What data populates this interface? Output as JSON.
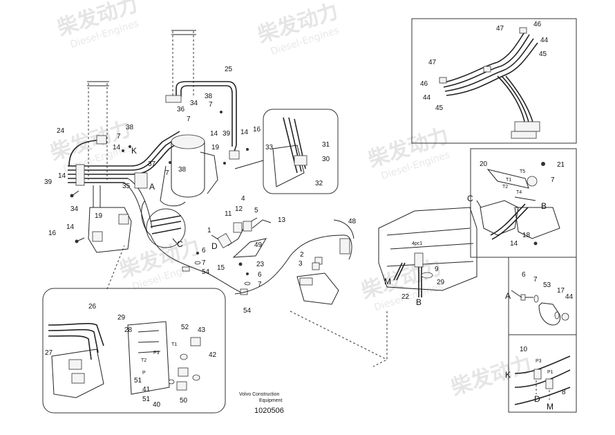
{
  "watermark": {
    "brand_cn": "柴发动力",
    "brand_en": "Diesel-Engines"
  },
  "caption": {
    "line1": "Volvo Construction",
    "line2": "Equipment",
    "ref": "1020506"
  },
  "section_letters": {
    "A": "A",
    "B": "B",
    "C": "C",
    "D": "D",
    "K": "K",
    "M": "M"
  },
  "port_labels": {
    "T1": "T1",
    "T2": "T2",
    "T4": "T4",
    "T5": "T5",
    "P": "P",
    "P1": "P1",
    "P3": "P3",
    "pc": "4pc1"
  },
  "parts": {
    "p1": "1",
    "p2": "2",
    "p3": "3",
    "p4": "4",
    "p5": "5",
    "p6": "6",
    "p7": "7",
    "p8": "8",
    "p9": "9",
    "p10": "10",
    "p11": "11",
    "p12": "12",
    "p13": "13",
    "p14": "14",
    "p15": "15",
    "p16": "16",
    "p17": "17",
    "p18": "18",
    "p19": "19",
    "p20": "20",
    "p21": "21",
    "p22": "22",
    "p23": "23",
    "p24": "24",
    "p25": "25",
    "p26": "26",
    "p27": "27",
    "p28": "28",
    "p29": "29",
    "p30": "30",
    "p31": "31",
    "p32": "32",
    "p33": "33",
    "p34": "34",
    "p35": "35",
    "p36": "36",
    "p37": "37",
    "p38": "38",
    "p39": "39",
    "p40": "40",
    "p41": "41",
    "p42": "42",
    "p43": "43",
    "p44": "44",
    "p45": "45",
    "p46": "46",
    "p47": "47",
    "p48": "48",
    "p49": "49",
    "p50": "50",
    "p51": "51",
    "p52": "52",
    "p53": "53",
    "p54": "54"
  }
}
